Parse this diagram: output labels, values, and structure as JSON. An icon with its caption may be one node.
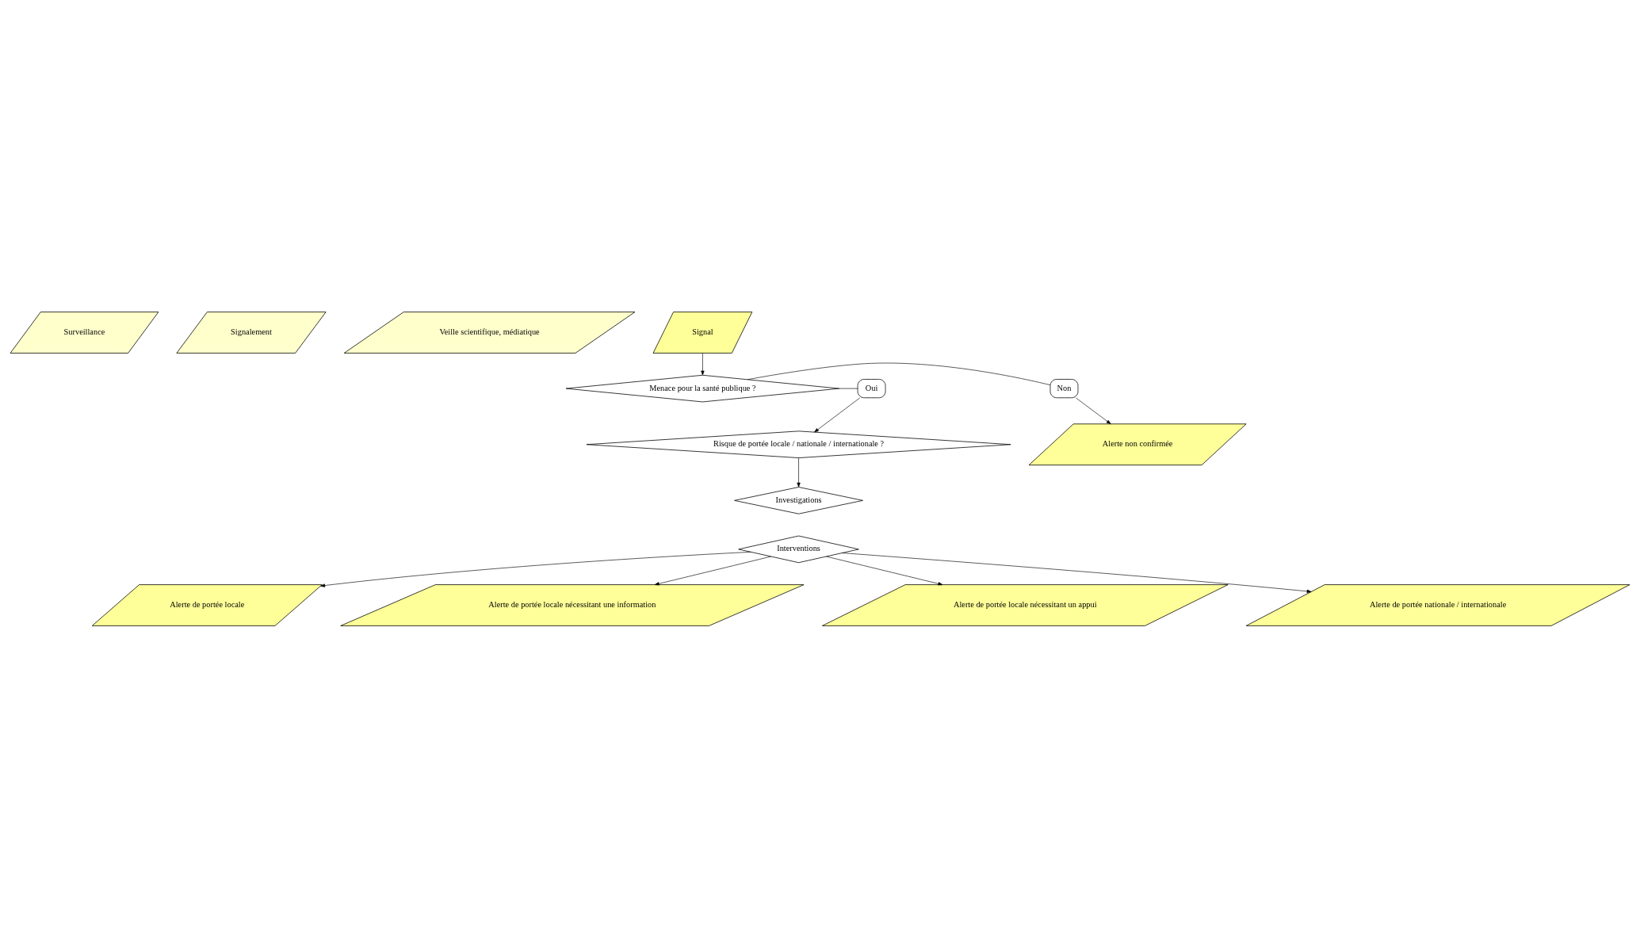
{
  "diagram": {
    "nodes": [
      {
        "text": [
          "Surveillance"
        ]
      },
      {
        "text": [
          "Signalement"
        ]
      },
      {
        "text": [
          "Veille scientifique, médiatique"
        ]
      },
      {
        "text": [
          "Signal"
        ]
      },
      {
        "text": [
          "Menace pour la santé publique ?"
        ]
      },
      {
        "text": [
          "Non"
        ]
      },
      {
        "text": [
          "Oui"
        ]
      },
      {
        "text": [
          "Alerte non confirmée"
        ]
      },
      {
        "text": [
          "Risque de portée locale / nationale / internationale ?"
        ]
      },
      {
        "text": [
          "Investigations"
        ]
      },
      {
        "text": [
          "Interventions"
        ]
      },
      {
        "text": [
          "Alerte de portée locale"
        ]
      },
      {
        "text": [
          "Alerte de portée locale nécessitant une information"
        ]
      },
      {
        "text": [
          "Alerte de portée locale nécessitant un appui"
        ]
      },
      {
        "text": [
          "Alerte de portée nationale / internationale"
        ]
      }
    ],
    "edges": [
      {
        "from": 3,
        "to": 4,
        "arrow": "to"
      },
      {
        "from": 4,
        "to": 5,
        "arrow": "none"
      },
      {
        "from": 5,
        "to": 7,
        "arrow": "to"
      },
      {
        "from": 4,
        "to": 6,
        "arrow": "none"
      },
      {
        "from": 6,
        "to": 8,
        "arrow": "to"
      },
      {
        "from": 8,
        "to": 9,
        "arrow": "to"
      },
      {
        "from": 10,
        "to": 11,
        "arrow": "to"
      },
      {
        "from": 10,
        "to": 12,
        "arrow": "to"
      },
      {
        "from": 10,
        "to": 13,
        "arrow": "to"
      },
      {
        "from": 10,
        "to": 14,
        "arrow": "to"
      }
    ]
  }
}
